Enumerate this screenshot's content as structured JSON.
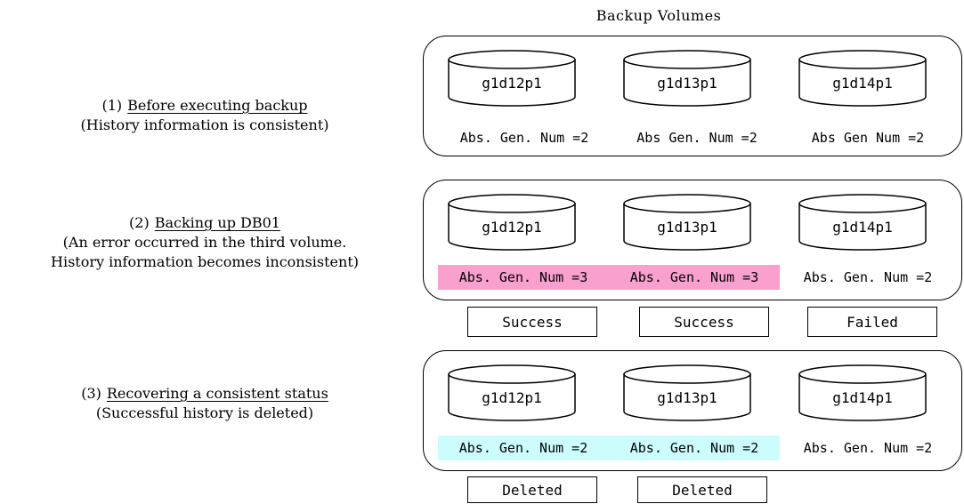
{
  "header": {
    "title": "Backup Volumes"
  },
  "colors": {
    "highlight_error": "#f9a0cf",
    "highlight_recovered": "#ccfcfc"
  },
  "steps": [
    {
      "number": "(1)",
      "title": "Before executing backup",
      "subtitle": "(History information is consistent)",
      "volumes": [
        {
          "name": "g1d12p1",
          "gen": "Abs. Gen. Num =2",
          "highlight": "none"
        },
        {
          "name": "g1d13p1",
          "gen": "Abs Gen. Num =2",
          "highlight": "none"
        },
        {
          "name": "g1d14p1",
          "gen": "Abs Gen Num =2",
          "highlight": "none"
        }
      ],
      "statuses": []
    },
    {
      "number": "(2)",
      "title": "Backing up DB01",
      "subtitle": "(An error occurred in the third volume.",
      "subtitle2": "History information becomes inconsistent)",
      "volumes": [
        {
          "name": "g1d12p1",
          "gen": "Abs. Gen. Num =3",
          "highlight": "error"
        },
        {
          "name": "g1d13p1",
          "gen": "Abs. Gen. Num =3",
          "highlight": "error"
        },
        {
          "name": "g1d14p1",
          "gen": "Abs. Gen. Num =2",
          "highlight": "none"
        }
      ],
      "statuses": [
        "Success",
        "Success",
        "Failed"
      ]
    },
    {
      "number": "(3)",
      "title": "Recovering a consistent status",
      "subtitle": "(Successful history is deleted)",
      "volumes": [
        {
          "name": "g1d12p1",
          "gen": "Abs. Gen. Num =2",
          "highlight": "recovered"
        },
        {
          "name": "g1d13p1",
          "gen": "Abs. Gen. Num =2",
          "highlight": "recovered"
        },
        {
          "name": "g1d14p1",
          "gen": "Abs. Gen. Num =2",
          "highlight": "none"
        }
      ],
      "statuses": [
        "Deleted",
        "Deleted"
      ]
    }
  ]
}
